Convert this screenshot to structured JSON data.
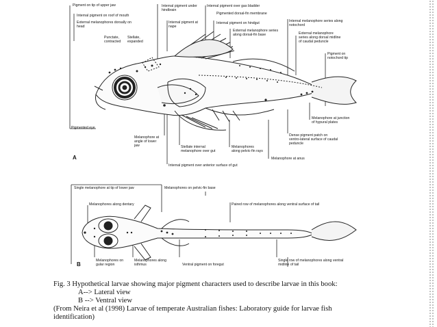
{
  "panel_a": {
    "letter": "A",
    "labels": {
      "upper_jaw": "Pigment on tip of upper jaw",
      "roof_mouth": "Internal pigment on roof of mouth",
      "ext_head": "External melanophores dorsally on head",
      "punctate": "Punctate, contracted",
      "stellate": "Stellate, expanded",
      "under_hindbrain": "Internal pigment under hindbrain",
      "at_nape": "Internal pigment at nape",
      "gas_bladder": "Internal pigment over gas bladder",
      "dorsal_membrane": "Pigmented dorsal-fin membrane",
      "on_hindgut": "Internal pigment on hindgut",
      "dorsal_fin_base": "External melanophore series along dorsal-fin base",
      "notochord_series": "Internal melanophore series along notochord",
      "caudal_midline": "External melanophore series along dorsal midline of caudal peduncle",
      "notochord_tip": "Pigment on notochord tip",
      "pigmented_eye": "Pigmented eye",
      "hypural": "Melanophore at junction of hypural plates",
      "dense_patch": "Dense pigment patch on ventro-lateral surface of caudal peduncle",
      "lower_jaw_angle": "Melanophore at angle of lower jaw",
      "stellate_gut": "Stellate internal melanophore over gut",
      "pelvic_rays": "Melanophores along pelvic-fin rays",
      "at_anus": "Melanophore at anus",
      "anterior_gut": "Internal pigment over anterior surface of gut"
    }
  },
  "panel_b": {
    "letter": "B",
    "labels": {
      "lower_jaw_tip": "Single melanophore at tip of lower jaw",
      "pelvic_base": "Melanophores on pelvic-fin base",
      "dentary": "Melanophores along dentary",
      "paired_row": "Paired row of melanophores along ventral surface of tail",
      "gular": "Melanophores on gular region",
      "isthmus": "Melanophores along isthmus",
      "foregut": "Ventral pigment on foregut",
      "single_row": "Single row of melanophores along ventral midline of tail"
    }
  },
  "caption": {
    "line1": "Fig. 3 Hypothetical larvae showing major pigment characters used to describe larvae in this book:",
    "line2": "A--> Lateral view",
    "line3": "B --> Ventral view",
    "line4": "(From Neira et al (1998) Larvae of temperate Australian fishes: Laboratory guide for larvae fish",
    "line5": "identification)"
  }
}
